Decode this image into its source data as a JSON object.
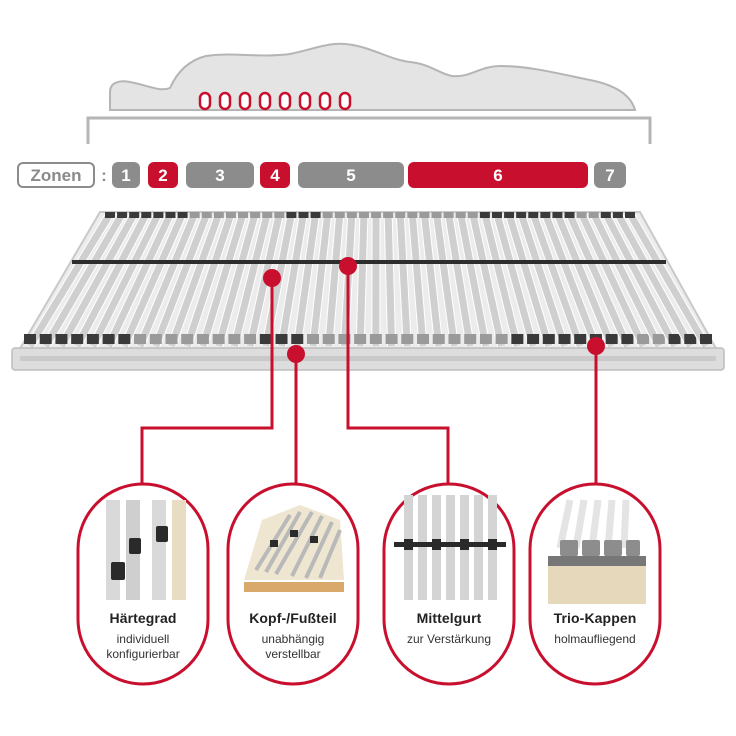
{
  "zones": {
    "label": "Zonen",
    "separator": ":",
    "items": [
      {
        "label": "1",
        "color": "#8c8c8c"
      },
      {
        "label": "2",
        "color": "#c8102e"
      },
      {
        "label": "3",
        "color": "#8c8c8c"
      },
      {
        "label": "4",
        "color": "#c8102e"
      },
      {
        "label": "5",
        "color": "#8c8c8c"
      },
      {
        "label": "6",
        "color": "#c8102e"
      },
      {
        "label": "7",
        "color": "#8c8c8c"
      }
    ]
  },
  "features": [
    {
      "title": "Härtegrad",
      "line1": "individuell",
      "line2": "konfigurierbar",
      "icon": "slat-hardness-caps-icon"
    },
    {
      "title": "Kopf-/Fußteil",
      "line1": "unabhängig",
      "line2": "verstellbar",
      "icon": "head-foot-adjust-icon"
    },
    {
      "title": "Mittelgurt",
      "line1": "zur Verstärkung",
      "line2": "",
      "icon": "center-belt-icon"
    },
    {
      "title": "Trio-Kappen",
      "line1": "holmaufliegend",
      "line2": "",
      "icon": "trio-caps-icon"
    }
  ],
  "colors": {
    "accent": "#c8102e",
    "zone_gray": "#8c8c8c",
    "outline_gray": "#b5b5b5"
  }
}
